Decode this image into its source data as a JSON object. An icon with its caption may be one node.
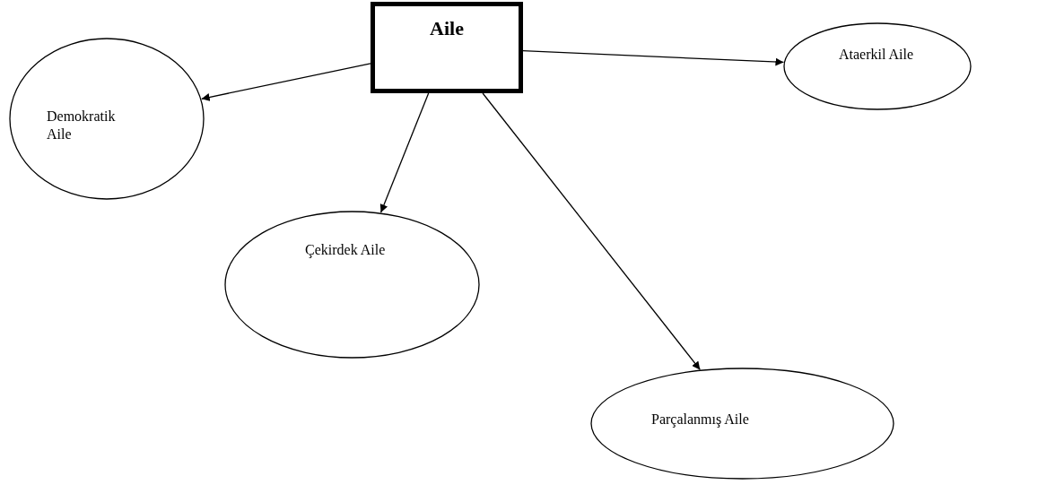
{
  "diagram": {
    "nodes": [
      {
        "text": [
          "Aile"
        ]
      },
      {
        "text": [
          "Demokratik Aile"
        ]
      },
      {
        "text": [
          "Ataerkil Aile"
        ]
      },
      {
        "text": [
          "Çekirdek Aile"
        ]
      },
      {
        "text": [
          "Parçalanmış Aile"
        ]
      }
    ],
    "edges": [
      {
        "from": 0,
        "to": 1,
        "arrow": "to"
      },
      {
        "from": 0,
        "to": 2,
        "arrow": "to"
      },
      {
        "from": 0,
        "to": 3,
        "arrow": "to"
      },
      {
        "from": 0,
        "to": 4,
        "arrow": "to"
      }
    ]
  }
}
